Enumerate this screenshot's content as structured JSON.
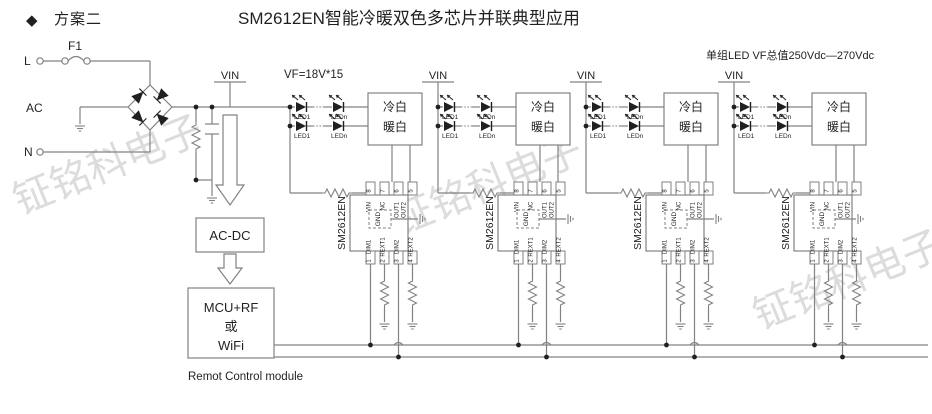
{
  "header": {
    "bullet": "◆",
    "plan_label": "方案二",
    "title": "SM2612EN智能冷暖双色多芯片并联典型应用"
  },
  "notes": {
    "led_vf_total": "单组LED VF总值250Vdc—270Vdc",
    "vf_string": "VF=18V*15",
    "remote_module": "Remot Control module"
  },
  "ac_input": {
    "line_label": "L",
    "neutral_label": "N",
    "ac_label": "AC",
    "fuse_label": "F1"
  },
  "rails": {
    "vin": "VIN"
  },
  "power_blocks": {
    "ac_dc": "AC-DC",
    "mcu_line1": "MCU+RF",
    "mcu_line2": "或",
    "mcu_line3": "WiFi"
  },
  "led_block": {
    "first_label": "LED1",
    "last_label": "LEDn",
    "cool_white": "冷白",
    "warm_white": "暖白"
  },
  "ic": {
    "part_number": "SM2612EN",
    "center_pin": "GND",
    "pins_top": [
      {
        "number": "8",
        "name": "VIN"
      },
      {
        "number": "7",
        "name": "NC"
      },
      {
        "number": "6",
        "name": "OUT1"
      },
      {
        "number": "5",
        "name": "OUT2"
      }
    ],
    "pins_bottom": [
      {
        "number": "1",
        "name": "DIM1"
      },
      {
        "number": "2",
        "name": "REXT1"
      },
      {
        "number": "3",
        "name": "DIM2"
      },
      {
        "number": "4",
        "name": "REXT2"
      }
    ]
  },
  "channels": [
    {
      "index": 1,
      "vin_label": "VIN"
    },
    {
      "index": 2,
      "vin_label": "VIN"
    },
    {
      "index": 3,
      "vin_label": "VIN"
    },
    {
      "index": 4,
      "vin_label": "VIN"
    }
  ],
  "watermark": {
    "text": "钲铭科电子"
  },
  "colors": {
    "wire": "#808285",
    "ink": "#231f20",
    "watermark": "#d9d9d9",
    "background": "#ffffff"
  }
}
